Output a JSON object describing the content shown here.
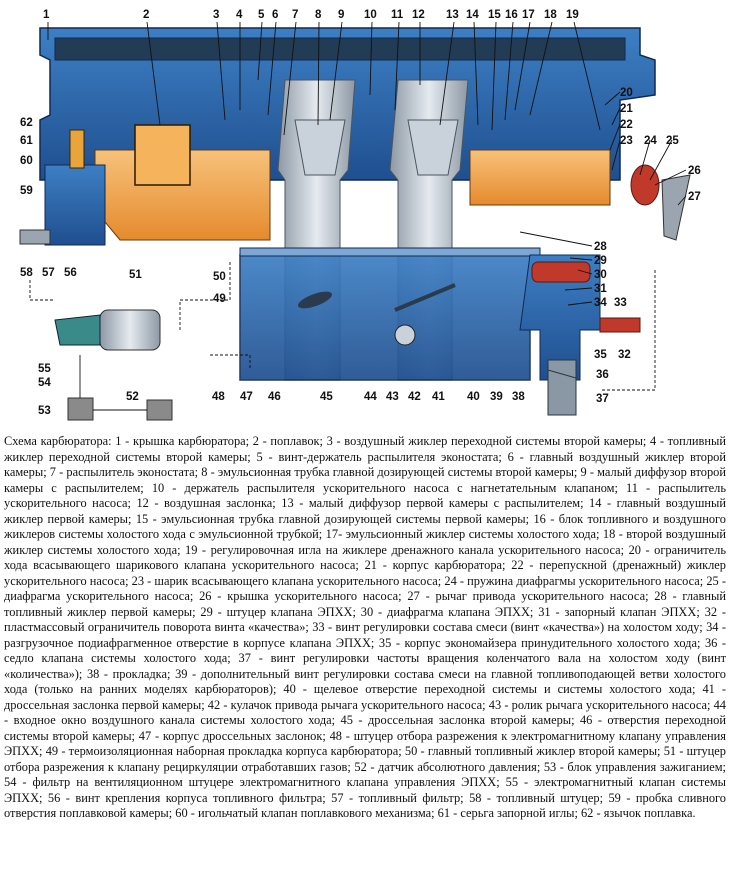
{
  "figure": {
    "caption": "Схема карбюратора: 1 - крышка карбюратора; 2 - поплавок; 3 - воздушный жиклер переходной системы второй камеры; 4 - топливный жиклер переходной системы второй камеры; 5 - винт-держатель распылителя эконостата; 6 - главный воздушный жиклер второй камеры; 7 - распылитель эконостата; 8 - эмульсионная трубка главной дозирующей системы второй камеры; 9 - малый диффузор второй камеры с распылителем; 10 - держатель распылителя ускорительного насоса с нагнетательным клапаном; 11 - распылитель ускорительного насоса; 12 - воздушная заслонка; 13 - малый диффузор первой камеры с распылителем; 14 - главный воздушный жиклер первой камеры; 15 - эмульсионная трубка главной дозирующей системы первой камеры; 16 - блок топливного и воздушного жиклеров системы холостого хода с эмульсионной трубкой; 17- эмульсионный жиклер системы холостого хода; 18 - второй воздушный жиклер системы холостого хода; 19 - регулировочная игла на жиклере дренажного канала ускорительного насоса; 20 - ограничитель хода всасывающего шарикового клапана ускорительного насоса; 21 - корпус карбюратора; 22 - перепускной (дренажный) жиклер ускорительного насоса; 23 - шарик всасывающего клапана ускорительного насоса; 24 - пружина диафрагмы ускорительного насоса; 25 - диафрагма ускорительного насоса; 26 - крышка ускорительного насоса; 27 - рычаг привода ускорительного насоса; 28 - главный топливный жиклер первой камеры; 29 - штуцер клапана ЭПХХ; 30 - диафрагма клапана ЭПХХ; 31 - запорный клапан ЭПХХ; 32 - пластмассовый ограничитель поворота винта «качества»; 33 - винт регулировки состава смеси (винт «качества») на холостом ходу; 34 - разгрузочное подиафрагменное отверстие в корпусе клапана ЭПХХ; 35 - корпус экономайзера принудительного холостого хода; 36 - седло клапана системы холостого хода; 37 - винт регулировки частоты вращения коленчатого вала на холостом ходу (винт «количества»); 38 - прокладка; 39 - дополнительный винт регулировки состава смеси на главной топливоподающей ветви холостого хода (только на ранних моделях карбюраторов); 40 - щелевое отверстие переходной системы и системы холостого хода; 41 - дроссельная заслонка первой камеры; 42 - кулачок привода рычага ускорительного насоса; 43 - ролик рычага ускорительного насоса; 44 - входное окно воздушного канала системы холостого хода; 45 - дроссельная заслонка второй камеры; 46 - отверстия переходной системы второй камеры; 47 - корпус дроссельных заслонок; 48 - штуцер отбора разрежения к электромагнитному клапану управления ЭПХХ; 49 - термоизоляционная наборная прокладка корпуса карбюратора; 50 - главный топливный жиклер второй камеры; 51 - штуцер отбора разрежения к клапану рециркуляции отработавших газов; 52 - датчик абсолютного давления; 53 - блок управления зажиганием; 54 - фильтр на вентиляционном штуцере электромагнитного клапана управления ЭПХХ; 55 - электромагнитный клапан системы ЭПХХ; 56 - винт крепления корпуса топливного фильтра; 57 - топливный фильтр; 58 - топливный штуцер; 59 - пробка сливного отверстия поплавковой камеры; 60 - игольчатый клапан поплавкового механизма; 61 - серьга запорной иглы; 62 - язычок поплавка.",
    "labels": [
      "1",
      "2",
      "3",
      "4",
      "5",
      "6",
      "7",
      "8",
      "9",
      "10",
      "11",
      "12",
      "13",
      "14",
      "15",
      "16",
      "17",
      "18",
      "19",
      "20",
      "21",
      "22",
      "23",
      "24",
      "25",
      "26",
      "27",
      "28",
      "29",
      "30",
      "31",
      "32",
      "33",
      "34",
      "35",
      "36",
      "37",
      "38",
      "39",
      "40",
      "41",
      "42",
      "43",
      "44",
      "45",
      "46",
      "47",
      "48",
      "49",
      "50",
      "51",
      "52",
      "53",
      "54",
      "55",
      "56",
      "57",
      "58",
      "59",
      "60",
      "61",
      "62"
    ]
  },
  "colors": {
    "body_blue": "#2f6fb0",
    "body_dark": "#1b3f7a",
    "fuel_orange": "#f0a24a",
    "steel": "#b7c0c8",
    "background": "#ffffff"
  }
}
